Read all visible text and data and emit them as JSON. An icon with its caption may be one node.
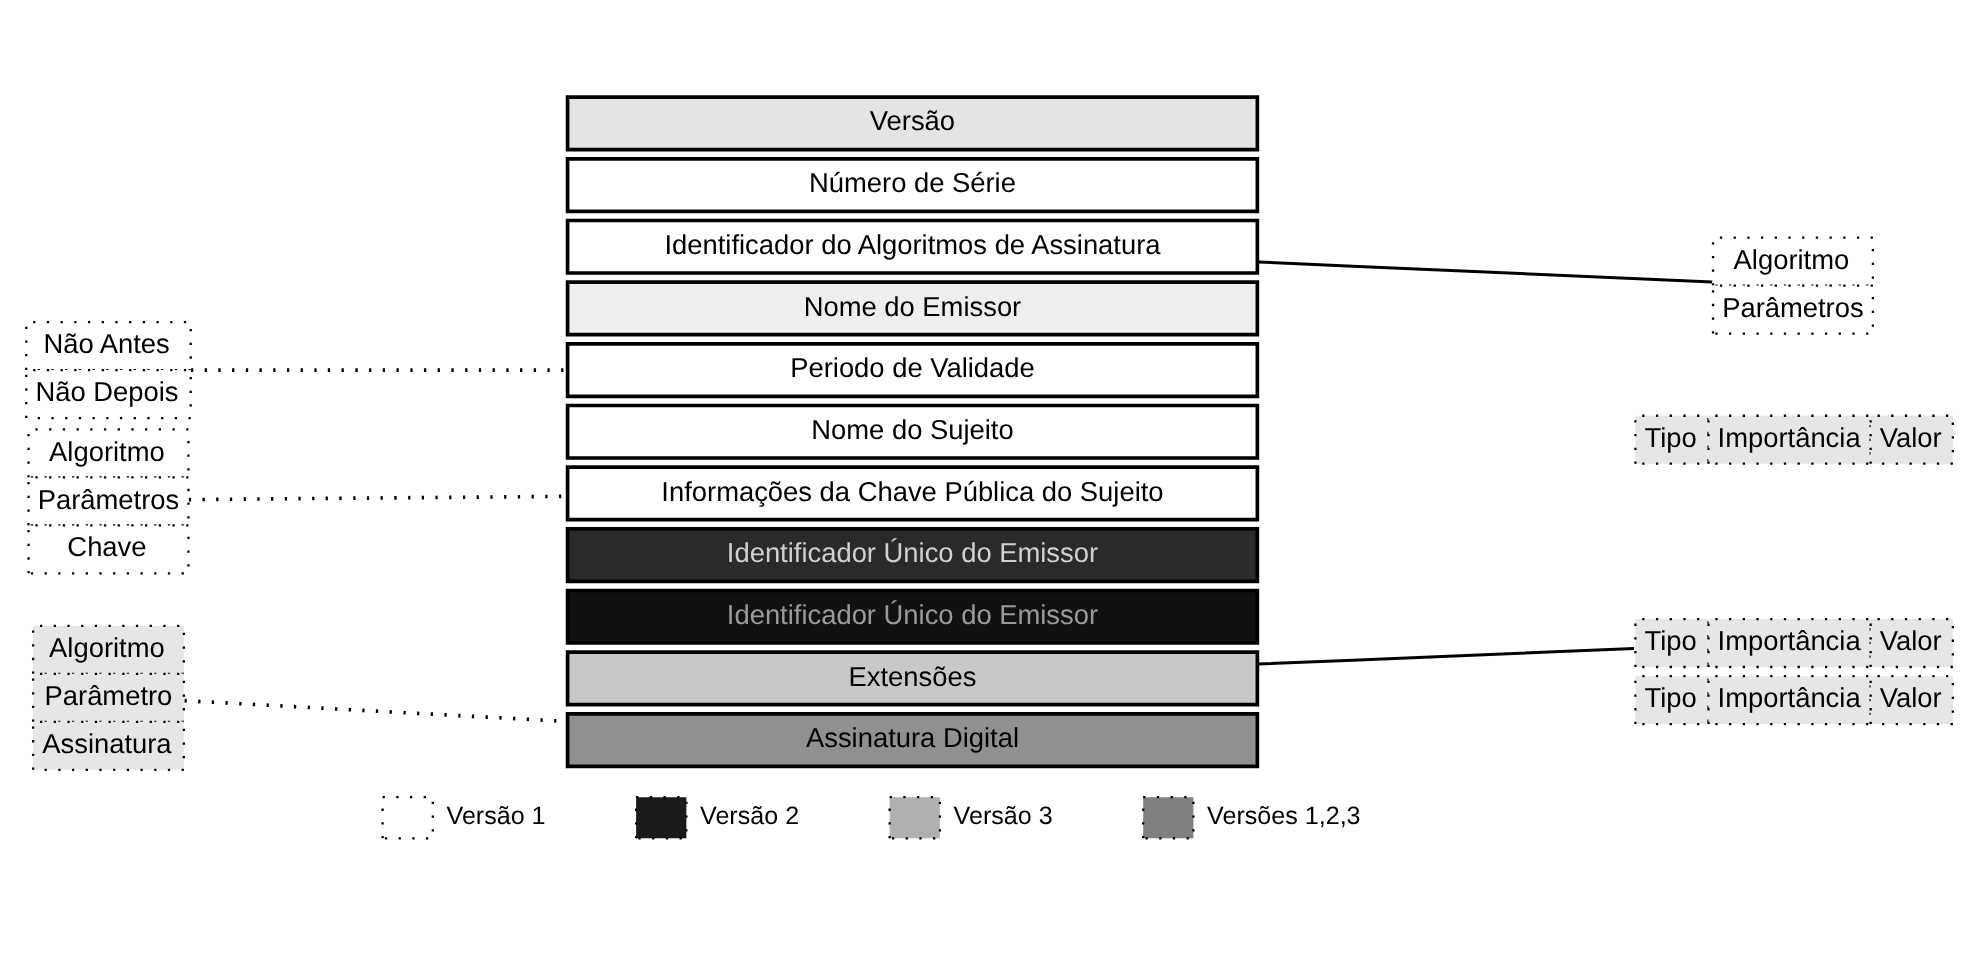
{
  "diagram": {
    "nodes": [
      {
        "text": [
          "Versão"
        ]
      },
      {
        "text": [
          "Número de Série"
        ]
      },
      {
        "text": [
          "Identificador do Algoritmos de Assinatura"
        ]
      },
      {
        "text": [
          "Nome do Emissor"
        ]
      },
      {
        "text": [
          "Periodo de Validade"
        ]
      },
      {
        "text": [
          "Nome do Sujeito"
        ]
      },
      {
        "text": [
          "Informações da Chave Pública do Sujeito"
        ]
      },
      {
        "text": [
          "Identificador Único do Emissor"
        ]
      },
      {
        "text": [
          "Identificador Único do Emissor"
        ]
      },
      {
        "text": [
          "Extensões"
        ]
      },
      {
        "text": [
          "Assinatura Digital"
        ]
      },
      {
        "text": [
          "Algoritmo",
          "Parâmetros"
        ]
      },
      {
        "text": [
          "Não Antes",
          "Não Depois"
        ]
      },
      {
        "text": [
          "Algoritmo",
          "Parâmetros",
          "Chave"
        ]
      },
      {
        "text": [
          "Algoritmo",
          "Parâmetro",
          "Assinatura"
        ]
      },
      {
        "text": [
          "Tipo",
          "Importância",
          "Valor"
        ]
      },
      {
        "text": [
          "Tipo",
          "Importância",
          "Valor"
        ]
      },
      {
        "text": [
          "Tipo",
          "Importância",
          "Valor"
        ]
      }
    ],
    "edges": [
      {
        "from": 2,
        "to": 11,
        "arrow": "none"
      },
      {
        "from": 12,
        "to": 4,
        "arrow": "none",
        "style": "dashed"
      },
      {
        "from": 13,
        "to": 6,
        "arrow": "none",
        "style": "dashed"
      },
      {
        "from": 14,
        "to": 10,
        "arrow": "none",
        "style": "dashed"
      },
      {
        "from": 9,
        "to": 16,
        "arrow": "none"
      }
    ],
    "legend": [
      {
        "text": "Versão 1",
        "color": "#ffffff"
      },
      {
        "text": "Versão 2",
        "color": "#1a1a1a"
      },
      {
        "text": "Versão 3",
        "color": "#b0b0b0"
      },
      {
        "text": "Versões 1,2,3",
        "color": "#808080"
      }
    ]
  }
}
